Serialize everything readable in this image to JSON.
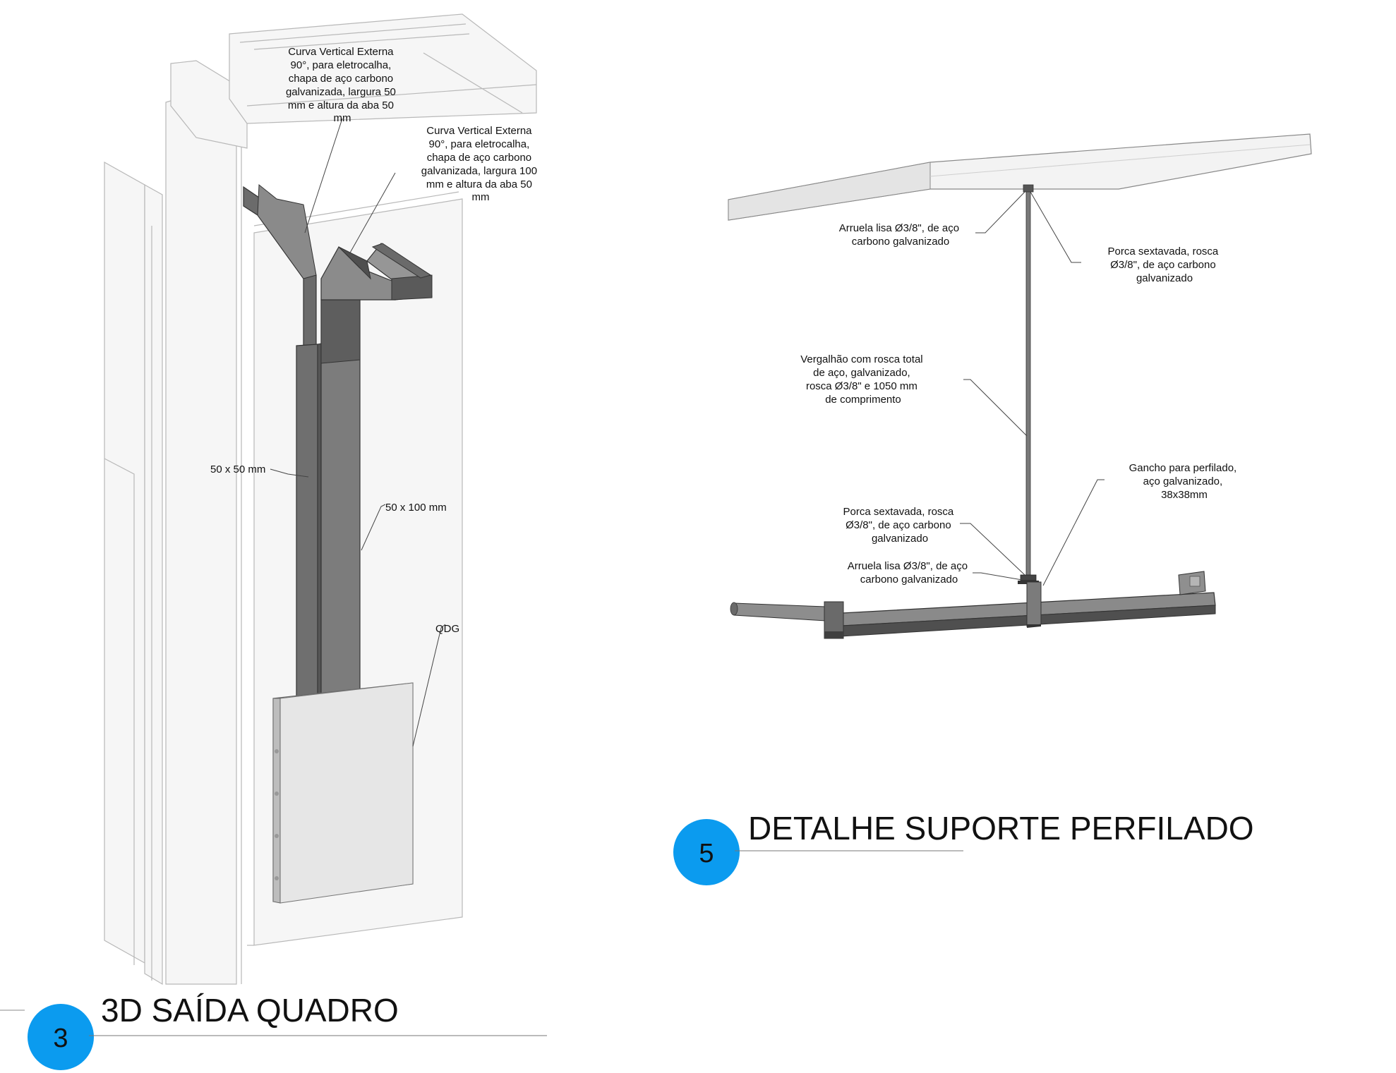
{
  "views": [
    {
      "number": "3",
      "title": "3D SAÍDA QUADRO",
      "bubble_color": "#0b9bef",
      "labels": {
        "curve_50": [
          "Curva Vertical Externa",
          "90°, para eletrocalha,",
          "chapa de aço carbono",
          "galvanizada, largura 50",
          "mm e altura da aba 50",
          "mm"
        ],
        "curve_100": [
          "Curva Vertical Externa",
          "90°, para eletrocalha,",
          "chapa de aço carbono",
          "galvanizada, largura 100",
          "mm e altura da aba 50",
          "mm"
        ],
        "tray_50": [
          "50 x 50 mm"
        ],
        "tray_100": [
          "50 x 100 mm"
        ],
        "panel": [
          "QDG"
        ]
      }
    },
    {
      "number": "5",
      "title": "DETALHE SUPORTE PERFILADO",
      "bubble_color": "#0b9bef",
      "labels": {
        "washer_top": [
          "Arruela lisa Ø3/8\", de aço",
          "carbono galvanizado"
        ],
        "nut_top": [
          "Porca sextavada, rosca",
          "Ø3/8\", de aço carbono",
          "galvanizado"
        ],
        "rod": [
          "Vergalhão com rosca total",
          "de aço, galvanizado,",
          "rosca Ø3/8\" e 1050 mm",
          "de comprimento"
        ],
        "hook": [
          "Gancho para perfilado,",
          "aço galvanizado,",
          "38x38mm"
        ],
        "nut_bottom": [
          "Porca sextavada, rosca",
          "Ø3/8\", de aço carbono",
          "galvanizado"
        ],
        "washer_bottom": [
          "Arruela lisa Ø3/8\", de aço",
          "carbono galvanizado"
        ]
      }
    }
  ],
  "colors": {
    "steel_dark": "#5a5a5a",
    "steel_mid": "#7d7d7d",
    "steel_light": "#9a9a9a",
    "line": "#444444"
  }
}
